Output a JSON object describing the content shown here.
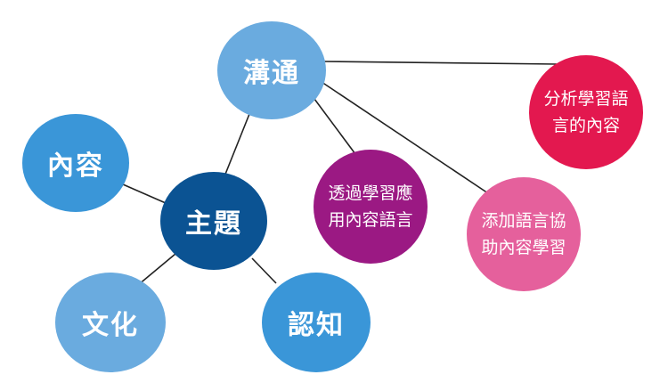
{
  "nodes": {
    "communication": {
      "label": "溝通",
      "color": "#6aabdf"
    },
    "content": {
      "label": "內容",
      "color": "#3a96d8"
    },
    "topic": {
      "label": "主題",
      "color": "#0b5393"
    },
    "culture": {
      "label": "文化",
      "color": "#6aabdf"
    },
    "cognition": {
      "label": "認知",
      "color": "#3a96d8"
    },
    "use_language": {
      "label": "透過學習應用內容語言",
      "color": "#9b1983"
    },
    "analyze_language": {
      "label": "分析學習語言的內容",
      "color": "#e3184f"
    },
    "support_content": {
      "label": "添加語言協助內容學習",
      "color": "#e5609c"
    }
  },
  "edge_color": "#222222"
}
